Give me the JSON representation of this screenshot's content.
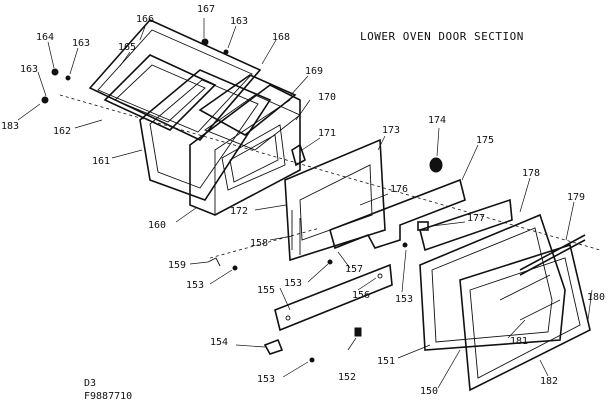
{
  "title": "LOWER OVEN DOOR SECTION",
  "footer": {
    "line1": "D3",
    "line2": "F9887710"
  },
  "parts": {
    "p150": "150",
    "p151": "151",
    "p152": "152",
    "p153a": "153",
    "p153b": "153",
    "p153c": "153",
    "p153d": "153",
    "p154": "154",
    "p155": "155",
    "p156": "156",
    "p157": "157",
    "p158": "158",
    "p159": "159",
    "p160": "160",
    "p161": "161",
    "p162": "162",
    "p163a": "163",
    "p163b": "163",
    "p163c": "163",
    "p164": "164",
    "p165": "165",
    "p166": "166",
    "p167": "167",
    "p168": "168",
    "p169": "169",
    "p170": "170",
    "p171": "171",
    "p172": "172",
    "p173": "173",
    "p174": "174",
    "p175": "175",
    "p176": "176",
    "p177": "177",
    "p178": "178",
    "p179": "179",
    "p180": "180",
    "p181": "181",
    "p182": "182",
    "p183": "183"
  }
}
